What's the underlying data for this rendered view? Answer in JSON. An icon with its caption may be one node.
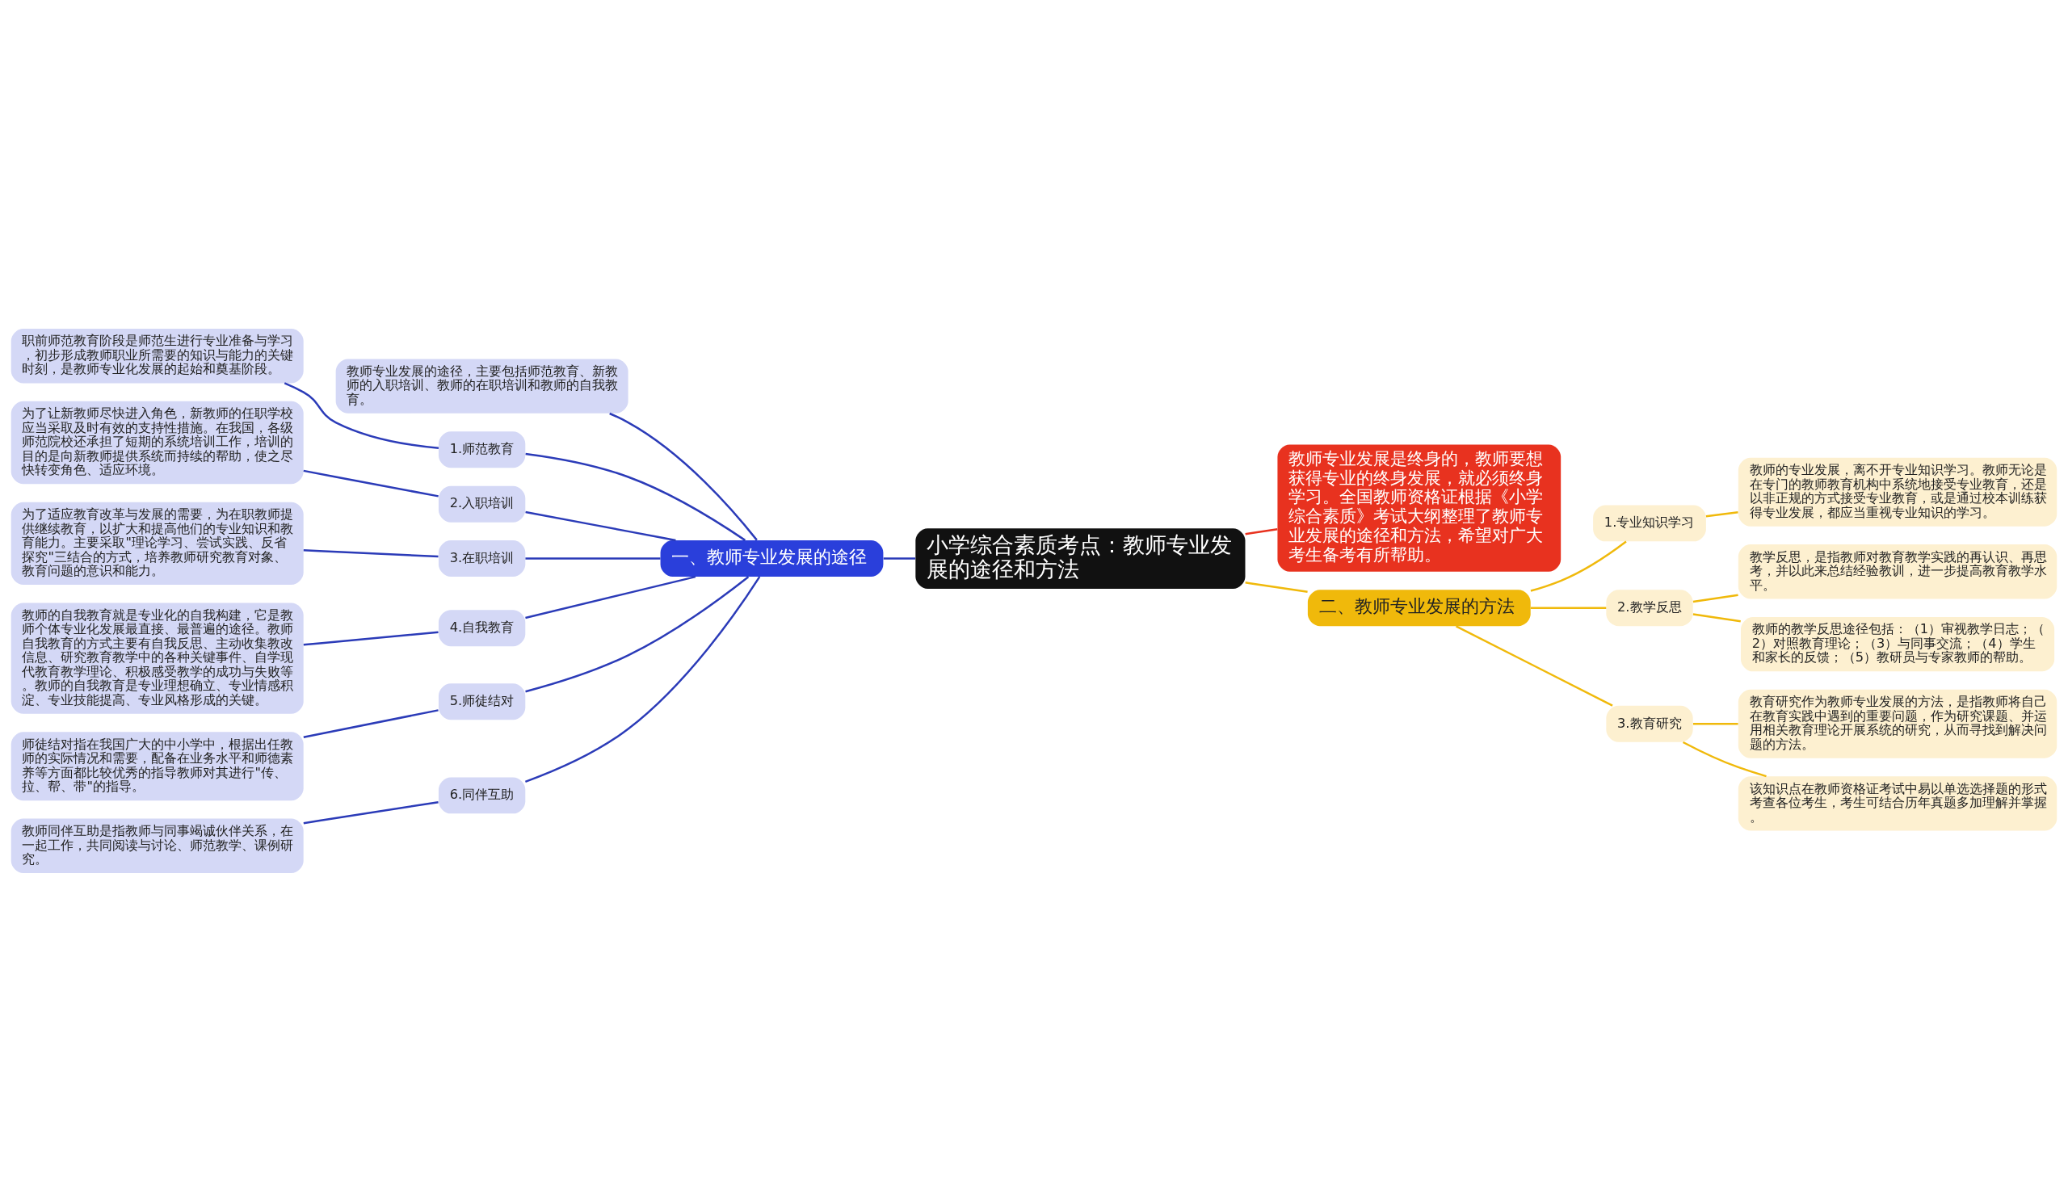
{
  "diagram": {
    "nodes": [
      {
        "text": [
          "小学综合素质考点：教师专业发展的途径和方法"
        ]
      },
      {
        "text": [
          "一、教师专业发展的途径"
        ]
      },
      {
        "text": [
          "教师专业发展的途径，主要包括师范教育、新教师的入职培训、教师的在职培训和教师的自我教育。"
        ]
      },
      {
        "text": [
          "1.师范教育"
        ]
      },
      {
        "text": [
          "职前师范教育阶段是师范生进行专业准备与学习，初步形成教师职业所需要的知识与能力的关键时刻，是教师专业化发展的起始和奠基阶段。"
        ]
      },
      {
        "text": [
          "2.入职培训"
        ]
      },
      {
        "text": [
          "为了让新教师尽快进入角色，新教师的任职学校应当采取及时有效的支持性措施。在我国，各级师范院校还承担了短期的系统培训工作，培训的目的是向新教师提供系统而持续的帮助，使之尽快转变角色、适应环境。"
        ]
      },
      {
        "text": [
          "3.在职培训"
        ]
      },
      {
        "text": [
          "为了适应教育改革与发展的需要，为在职教师提供继续教育，以扩大和提高他们的专业知识和教育能力。主要采取\"理论学习、尝试实践、反省探究\"三结合的方式，培养教师研究教育对象、教育问题的意识和能力。"
        ]
      },
      {
        "text": [
          "4.自我教育"
        ]
      },
      {
        "text": [
          "教师的自我教育就是专业化的自我构建，它是教师个体专业化发展最直接、最普遍的途径。教师自我教育的方式主要有自我反思、主动收集教改信息、研究教育教学中的各种关键事件、自学现代教育教学理论、积极感受教学的成功与失败等。教师的自我教育是专业理想确立、专业情感积淀、专业技能提高、专业风格形成的关键。"
        ]
      },
      {
        "text": [
          "5.师徒结对"
        ]
      },
      {
        "text": [
          "师徒结对指在我国广大的中小学中，根据出任教师的实际情况和需要，配备在业务水平和师德素养等方面都比较优秀的指导教师对其进行\"传、拉、帮、带\"的指导。"
        ]
      },
      {
        "text": [
          "6.同伴互助"
        ]
      },
      {
        "text": [
          "教师同伴互助是指教师与同事竭诚伙伴关系，在一起工作，共同阅读与讨论、师范教学、课例研究。"
        ]
      },
      {
        "text": [
          "教师专业发展是终身的，教师要想获得专业的终身发展，就必须终身学习。全国教师资格证根据《小学综合素质》考试大纲整理了教师专业发展的途径和方法，希望对广大考生备考有所帮助。"
        ]
      },
      {
        "text": [
          "二、教师专业发展的方法"
        ]
      },
      {
        "text": [
          "1.专业知识学习"
        ]
      },
      {
        "text": [
          "教师的专业发展，离不开专业知识学习。教师无论是在专门的教师教育机构中系统地接受专业教育，还是以非正规的方式接受专业教育，或是通过校本训练获得专业发展，都应当重视专业知识的学习。"
        ]
      },
      {
        "text": [
          "2.教学反思"
        ]
      },
      {
        "text": [
          "教学反思，是指教师对教育教学实践的再认识、再思考，并以此来总结经验教训，进一步提高教育教学水平。"
        ]
      },
      {
        "text": [
          "教师的教学反思途径包括：（1）审视教学日志；（2）对照教育理论；（3）与同事交流；（4）学生和家长的反馈；（5）教研员与专家教师的帮助。"
        ]
      },
      {
        "text": [
          "3.教育研究"
        ]
      },
      {
        "text": [
          "教育研究作为教师专业发展的方法，是指教师将自己在教育实践中遇到的重要问题，作为研究课题、并运用相关教育理论开展系统的研究，从而寻找到解决问题的方法。"
        ]
      },
      {
        "text": [
          "该知识点在教师资格证考试中易以单选选择题的形式考查各位考生，考生可结合历年真题多加理解并掌握。"
        ]
      }
    ],
    "edges": [
      {
        "from": 0,
        "to": 1,
        "arrow": "none"
      },
      {
        "from": 1,
        "to": 2,
        "arrow": "none"
      },
      {
        "from": 1,
        "to": 3,
        "arrow": "none"
      },
      {
        "from": 3,
        "to": 4,
        "arrow": "none"
      },
      {
        "from": 1,
        "to": 5,
        "arrow": "none"
      },
      {
        "from": 5,
        "to": 6,
        "arrow": "none"
      },
      {
        "from": 1,
        "to": 7,
        "arrow": "none"
      },
      {
        "from": 7,
        "to": 8,
        "arrow": "none"
      },
      {
        "from": 1,
        "to": 9,
        "arrow": "none"
      },
      {
        "from": 9,
        "to": 10,
        "arrow": "none"
      },
      {
        "from": 1,
        "to": 11,
        "arrow": "none"
      },
      {
        "from": 11,
        "to": 12,
        "arrow": "none"
      },
      {
        "from": 1,
        "to": 13,
        "arrow": "none"
      },
      {
        "from": 13,
        "to": 14,
        "arrow": "none"
      },
      {
        "from": 0,
        "to": 15,
        "arrow": "none",
        "color": "#e8321f"
      },
      {
        "from": 0,
        "to": 16,
        "arrow": "none",
        "color": "#f0b90b"
      },
      {
        "from": 16,
        "to": 17,
        "arrow": "none",
        "color": "#f0b90b"
      },
      {
        "from": 17,
        "to": 18,
        "arrow": "none",
        "color": "#f0b90b"
      },
      {
        "from": 16,
        "to": 19,
        "arrow": "none",
        "color": "#f0b90b"
      },
      {
        "from": 19,
        "to": 20,
        "arrow": "none",
        "color": "#f0b90b"
      },
      {
        "from": 19,
        "to": 21,
        "arrow": "none",
        "color": "#f0b90b"
      },
      {
        "from": 16,
        "to": 22,
        "arrow": "none",
        "color": "#f0b90b"
      },
      {
        "from": 22,
        "to": 23,
        "arrow": "none",
        "color": "#f0b90b"
      },
      {
        "from": 22,
        "to": 24,
        "arrow": "none",
        "color": "#f0b90b"
      }
    ]
  }
}
